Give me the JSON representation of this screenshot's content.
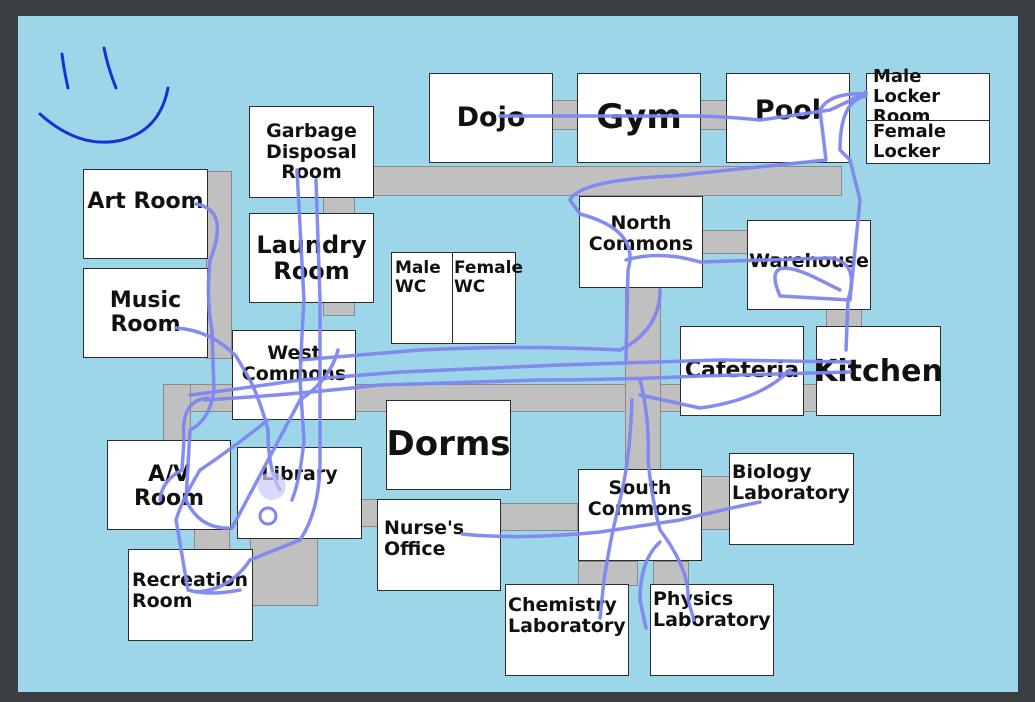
{
  "rooms": {
    "dojo": "Dojo",
    "gym": "Gym",
    "pool": "Pool",
    "male_locker": "Male Locker\nRoom",
    "female_locker": "Female\nLocker",
    "garbage": "Garbage\nDisposal\nRoom",
    "art": "Art Room",
    "music": "Music\nRoom",
    "laundry": "Laundry\nRoom",
    "male_wc": "Male\nWC",
    "female_wc": "Female\nWC",
    "north_commons": "North\nCommons",
    "warehouse": "Warehouse",
    "west_commons": "West\nCommons",
    "cafeteria": "Cafeteria",
    "kitchen": "Kitchen",
    "dorms": "Dorms",
    "av": "A/V Room",
    "library": "Library",
    "nurse": "Nurse's\nOffice",
    "south_commons": "South\nCommons",
    "biology": "Biology\nLaboratory",
    "recreation": "Recreation\nRoom",
    "chemistry": "Chemistry\nLaboratory",
    "physics": "Physics\nLaboratory"
  },
  "colors": {
    "background": "#9dd6e9",
    "hallway": "#c0c0c0",
    "room": "#ffffff",
    "frame": "#3a3d42",
    "drawn_path": "#7f86f0",
    "smiley": "#1c2fd6"
  }
}
